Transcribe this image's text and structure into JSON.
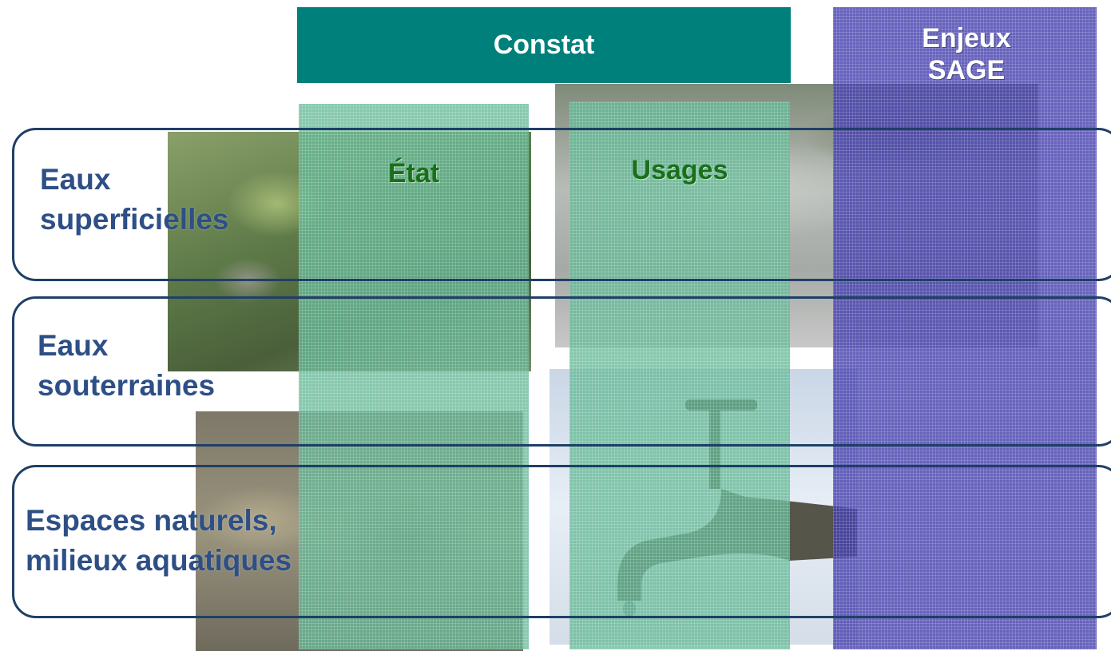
{
  "header": {
    "constat_label": "Constat",
    "enjeux_line1": "Enjeux",
    "enjeux_line2": "SAGE"
  },
  "columns": {
    "etat_label": "État",
    "usages_label": "Usages"
  },
  "rows": [
    {
      "line1": "Eaux",
      "line2": "superficielles"
    },
    {
      "line1": "Eaux",
      "line2": "souterraines"
    },
    {
      "line1": "Espaces naturels,",
      "line2": "milieux aquatiques"
    }
  ],
  "colors": {
    "constat_bar": "#00807a",
    "green_column": "#64b996",
    "blue_column": "#4641af",
    "row_border": "#1f3f66",
    "row_text": "#2e4f86",
    "column_title_text": "#1a6f1a"
  },
  "images": [
    "foliage-photo",
    "frog-photo",
    "water-basin-photo",
    "faucet-photo"
  ]
}
